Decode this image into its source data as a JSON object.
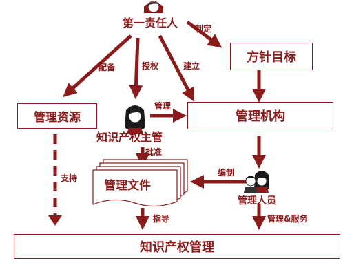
{
  "nodes": {
    "top_person": "第一责任人",
    "policy": "方针目标",
    "resources": "管理资源",
    "manager": "知识产权主管",
    "organization": "管理机构",
    "documents": "管理文件",
    "staff": "管理人员",
    "bottom": "知识产权管理"
  },
  "edges": {
    "establish_policy": "制定",
    "allocate": "配备",
    "authorize": "授权",
    "build": "建立",
    "manage": "管理",
    "approve": "批准",
    "compile": "编制",
    "support": "支持",
    "guide": "指导",
    "management_service": "管理&服务"
  },
  "colors": {
    "accent": "#8b1a1a"
  },
  "icons": [
    "person-icon"
  ]
}
